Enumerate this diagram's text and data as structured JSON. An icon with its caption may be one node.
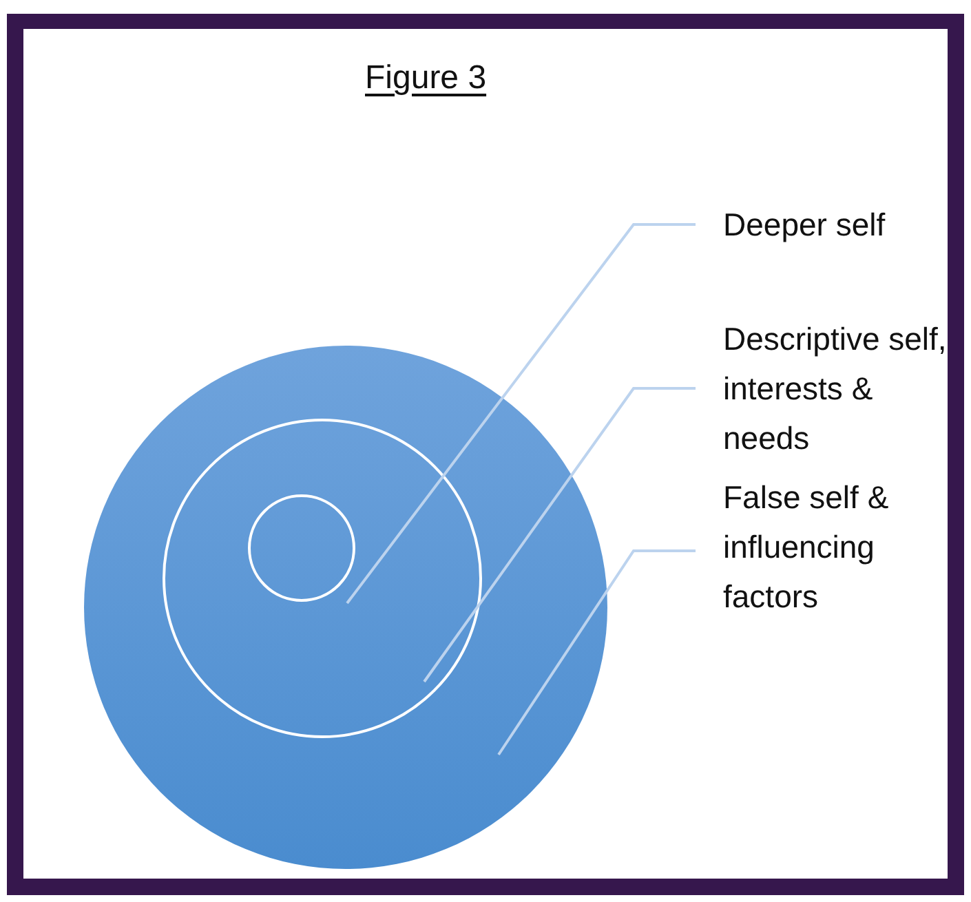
{
  "diagram": {
    "title": "Figure 3",
    "nodes": [
      {
        "text": [],
        "shape": "circle"
      },
      {
        "text": [],
        "shape": "circle",
        "in": 0
      },
      {
        "text": [],
        "shape": "circle",
        "in": 1
      },
      {
        "text": [
          "Deeper self"
        ]
      },
      {
        "text": [
          "Descriptive self, interests & needs"
        ]
      },
      {
        "text": [
          "False self & influencing factors"
        ]
      }
    ],
    "edges": [
      {
        "from": 3,
        "to": 2,
        "arrow": "none"
      },
      {
        "from": 4,
        "to": 1,
        "arrow": "none"
      },
      {
        "from": 5,
        "to": 0,
        "arrow": "none"
      }
    ]
  }
}
